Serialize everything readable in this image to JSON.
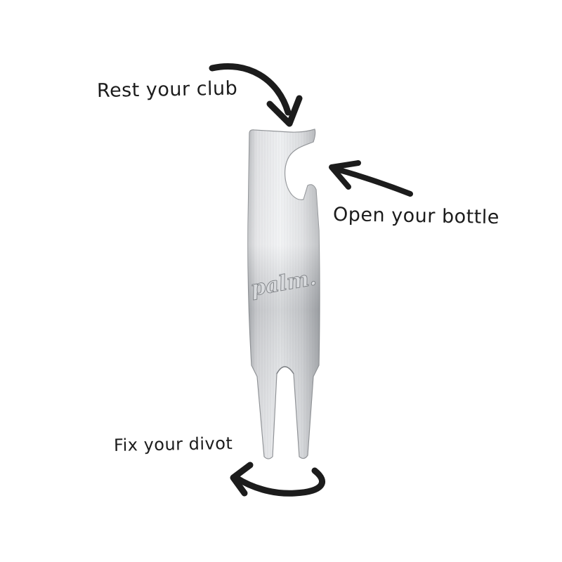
{
  "annotations": {
    "rest_club": "Rest your club",
    "open_bottle": "Open your bottle",
    "fix_divot": "Fix your divot"
  },
  "product": {
    "engraving": "palm."
  },
  "colors": {
    "ink": "#1c1c1c",
    "metal_light": "#e4e5e7",
    "metal_mid": "#c4c6c9",
    "metal_dark": "#9a9da1",
    "background": "#ffffff"
  }
}
